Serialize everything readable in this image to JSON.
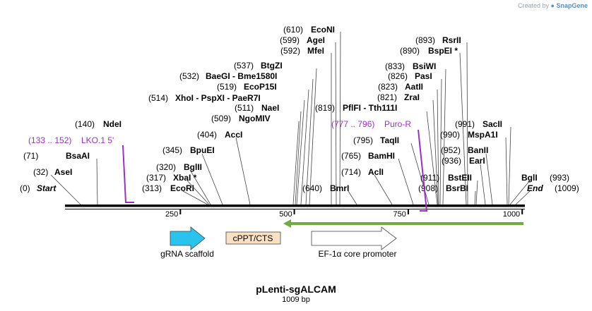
{
  "credit": {
    "prefix": "Created by",
    "brand": "SnapGene"
  },
  "map": {
    "title": "pLenti-sgALCAM",
    "size_label": "1009 bp",
    "length": 1009,
    "axis_ticks": [
      250,
      500,
      750,
      1000
    ],
    "enzymes": [
      {
        "pos": "(0)",
        "name": "Start",
        "italic": true
      },
      {
        "pos": "(32)",
        "name": "AseI"
      },
      {
        "pos": "(71)",
        "name": "BsaAI"
      },
      {
        "pos": "(140)",
        "name": "NdeI"
      },
      {
        "pos": "(313)",
        "name": "EcoRI"
      },
      {
        "pos": "(317)",
        "name": "XbaI *"
      },
      {
        "pos": "(320)",
        "name": "BglII"
      },
      {
        "pos": "(345)",
        "name": "BpuEI"
      },
      {
        "pos": "(404)",
        "name": "AccI"
      },
      {
        "pos": "(509)",
        "name": "NgoMIV"
      },
      {
        "pos": "(511)",
        "name": "NaeI"
      },
      {
        "pos": "(514)",
        "name": "XhoI  - PspXI  - PaeR7I"
      },
      {
        "pos": "(519)",
        "name": "EcoP15I"
      },
      {
        "pos": "(532)",
        "name": "BaeGI  - Bme1580I"
      },
      {
        "pos": "(537)",
        "name": "BtgZI"
      },
      {
        "pos": "(592)",
        "name": "MfeI"
      },
      {
        "pos": "(599)",
        "name": "AgeI"
      },
      {
        "pos": "(610)",
        "name": "EcoNI"
      },
      {
        "pos": "(640)",
        "name": "BmrI"
      },
      {
        "pos": "(714)",
        "name": "AclI"
      },
      {
        "pos": "(765)",
        "name": "BamHI"
      },
      {
        "pos": "(795)",
        "name": "TaqII"
      },
      {
        "pos": "(819)",
        "name": "PflFI  - Tth111I"
      },
      {
        "pos": "(821)",
        "name": "ZraI"
      },
      {
        "pos": "(823)",
        "name": "AatII"
      },
      {
        "pos": "(826)",
        "name": "PasI"
      },
      {
        "pos": "(833)",
        "name": "BsiWI"
      },
      {
        "pos": "(890)",
        "name": "BspEI *"
      },
      {
        "pos": "(893)",
        "name": "RsrII"
      },
      {
        "pos": "(908)",
        "name": "BsrBI"
      },
      {
        "pos": "(911)",
        "name": "BstEII"
      },
      {
        "pos": "(936)",
        "name": "EarI"
      },
      {
        "pos": "(952)",
        "name": "BanII"
      },
      {
        "pos": "(990)",
        "name": "MspA1I"
      },
      {
        "pos": "(991)",
        "name": "SacII"
      },
      {
        "pos": "(993)",
        "name": "BglI"
      },
      {
        "pos": "(1009)",
        "name": "End",
        "italic": true
      }
    ],
    "primers": [
      {
        "range": "(133 .. 152)",
        "name": "LKO.1 5'",
        "color": "#9a30c8"
      },
      {
        "range": "(777 .. 796)",
        "name": "Puro-R",
        "color": "#9a30c8"
      }
    ],
    "features": [
      {
        "name": "gRNA scaffold",
        "color": "#29c3ee"
      },
      {
        "name": "cPPT/CTS",
        "color": "#fbe0c2"
      },
      {
        "name": "EF-1α core promoter",
        "color": "#ffffff"
      },
      {
        "name": "",
        "color": "#6fae3c"
      }
    ]
  }
}
